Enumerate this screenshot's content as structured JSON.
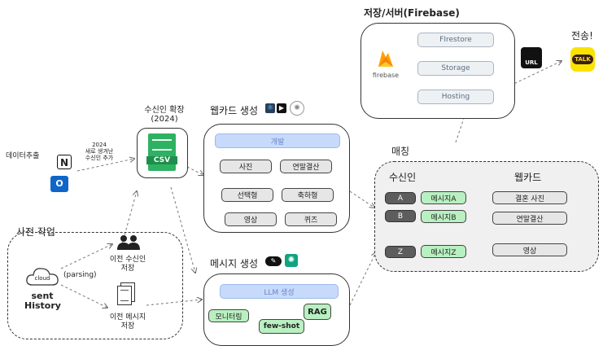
{
  "storage": {
    "title": "저장/서버(Firebase)",
    "logo_text": "firebase",
    "items": [
      "FIrestore",
      "Storage",
      "Hosting"
    ]
  },
  "send": {
    "label": "전송!",
    "url_text": "URL",
    "talk_text": "TALK"
  },
  "data_extract": {
    "label": "데이터추출"
  },
  "note": {
    "line1": "2024",
    "line2": "새로 생겨난",
    "line3": "수신인 추가"
  },
  "csv": {
    "caption_line1": "수신인 확장",
    "caption_line2": "(2024)",
    "label": "CSV"
  },
  "webcard": {
    "title": "웹카드 생성",
    "dev_label": "개발",
    "items": [
      "사진",
      "연말결산",
      "선택형",
      "축하형",
      "영상",
      "퀴즈"
    ]
  },
  "matching": {
    "title": "매칭",
    "recipients_title": "수신인",
    "webcard_title": "웹카드",
    "recipients": [
      "A",
      "B",
      "Z"
    ],
    "messages": [
      "메시지A",
      "메시지B",
      "메시지Z"
    ],
    "cards": [
      "결혼 사진",
      "연말결산",
      "영상"
    ]
  },
  "prework": {
    "title": "사전 작업",
    "cloud_label": "cloud",
    "history_line1": "sent",
    "history_line2": "History",
    "parsing_label": "(parsing)",
    "recipients_line1": "이전 수신인",
    "recipients_line2": "저장",
    "messages_line1": "이전 메시지",
    "messages_line2": "저장"
  },
  "message_gen": {
    "title": "메시지 생성",
    "llm_label": "LLM 생성",
    "items": [
      "모니터링",
      "few-shot",
      "RAG"
    ]
  },
  "colors": {
    "green": "#b9f0c1",
    "blue": "#c8dafc",
    "dark": "#5d5d5d",
    "kakao": "#fbe300",
    "firebase": "#f5820d"
  }
}
